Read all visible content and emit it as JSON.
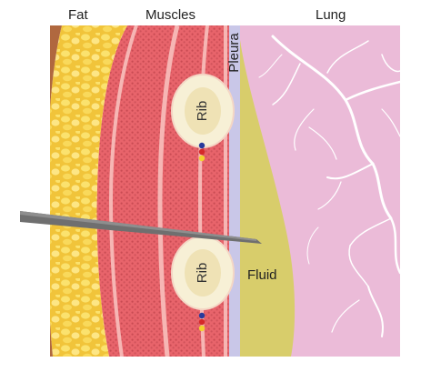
{
  "labels": {
    "fat": "Fat",
    "muscles": "Muscles",
    "lung": "Lung",
    "pleura": "Pleura",
    "rib_upper": "Rib",
    "rib_lower": "Rib",
    "fluid": "Fluid"
  },
  "colors": {
    "fat": "#f3c93a",
    "fat_blob": "#fbe16f",
    "skin": "#b0683f",
    "muscle": "#e9636a",
    "muscle_dot": "#c84a52",
    "muscle_band": "#f6b6b4",
    "rib_outer": "#f7f0d6",
    "rib_inner": "#efe2b5",
    "pleura": "#c9c7e8",
    "fluid": "#d8cd6b",
    "lung": "#ebbbd8",
    "lung_vessel": "#ffffff",
    "needle": "#6f6f6f",
    "vein": "#283a9c",
    "artery": "#d52a2a",
    "nerve": "#f2d22e"
  }
}
